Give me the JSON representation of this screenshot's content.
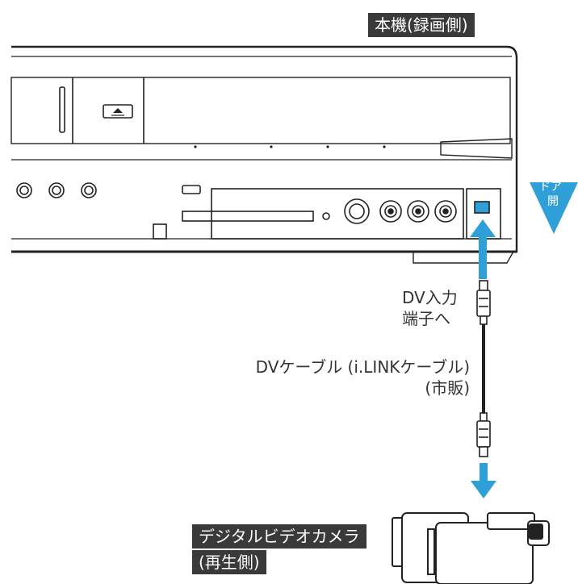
{
  "labels": {
    "recorder_side": "本機(録画側)",
    "door_open_line1": "ドア",
    "door_open_line2": "開",
    "dv_input_line1": "DV入力",
    "dv_input_line2": "端子へ",
    "cable_line1": "DVケーブル (i.LINKケーブル)",
    "cable_line2": "(市販)",
    "camera_line1": "デジタルビデオカメラ",
    "camera_line2": "(再生側)"
  },
  "colors": {
    "accent_blue": "#2f9fd8",
    "label_bg": "#3a3a3a",
    "line": "#222222"
  }
}
